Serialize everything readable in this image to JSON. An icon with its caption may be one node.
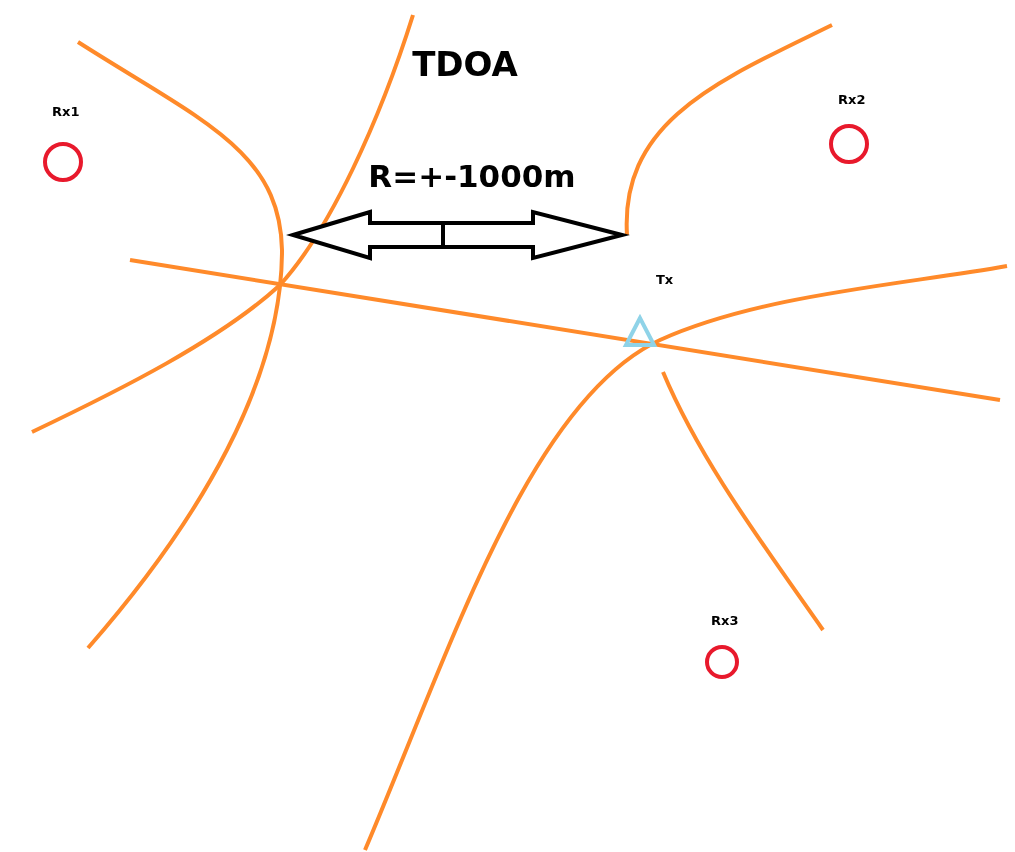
{
  "diagram": {
    "title": "TDOA",
    "nodes": [
      {
        "text": [
          "Rx1"
        ]
      },
      {
        "text": [
          "Rx2"
        ]
      },
      {
        "text": [
          "Tx"
        ]
      },
      {
        "text": [
          "Rx3"
        ]
      }
    ],
    "labels": [
      "R=+-1000m"
    ]
  }
}
